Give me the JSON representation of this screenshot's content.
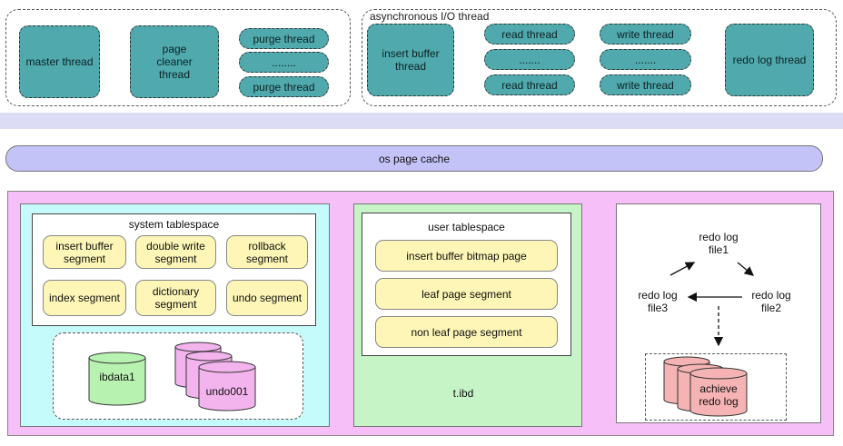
{
  "threads": {
    "master": "master thread",
    "page_cleaner": "page cleaner thread",
    "purge_top": "purge thread",
    "purge_dots": "........",
    "purge_bottom": "purge thread",
    "async_title": "asynchronous I/O thread",
    "insert_buffer": "insert buffer thread",
    "read_top": "read thread",
    "read_dots": ".......",
    "read_bottom": "read thread",
    "write_top": "write thread",
    "write_dots": ".......",
    "write_bottom": "write thread",
    "redo_log": "redo log thread"
  },
  "os_cache": {
    "label": "os page cache"
  },
  "system_tablespace": {
    "title": "system tablespace",
    "segments": [
      "insert buffer segment",
      "double write segment",
      "rollback segment",
      "index segment",
      "dictionary segment",
      "undo segment"
    ],
    "files": {
      "ibdata": "ibdata1",
      "undo": "undo001"
    }
  },
  "user_tablespace": {
    "title": "user tablespace",
    "pages": [
      "insert buffer bitmap page",
      "leaf page segment",
      "non leaf page segment"
    ],
    "file": "t.ibd"
  },
  "redo": {
    "file1": "redo log file1",
    "file2": "redo log file2",
    "file3": "redo log file3",
    "archive": "achieve redo log"
  },
  "colors": {
    "thread_teal": "#4fa9ad",
    "os_cache_lavender": "#c3c3f7",
    "outer_pink": "#f7bff7",
    "system_cyan": "#c6fbfb",
    "user_green": "#c6f4c6",
    "segment_yellow": "#fdf6b6",
    "cyl_green": "#b8f2b0",
    "cyl_pink": "#f3b4ee",
    "cyl_red": "#f5b3b3",
    "cyl_blue": "#b9b9f5"
  }
}
